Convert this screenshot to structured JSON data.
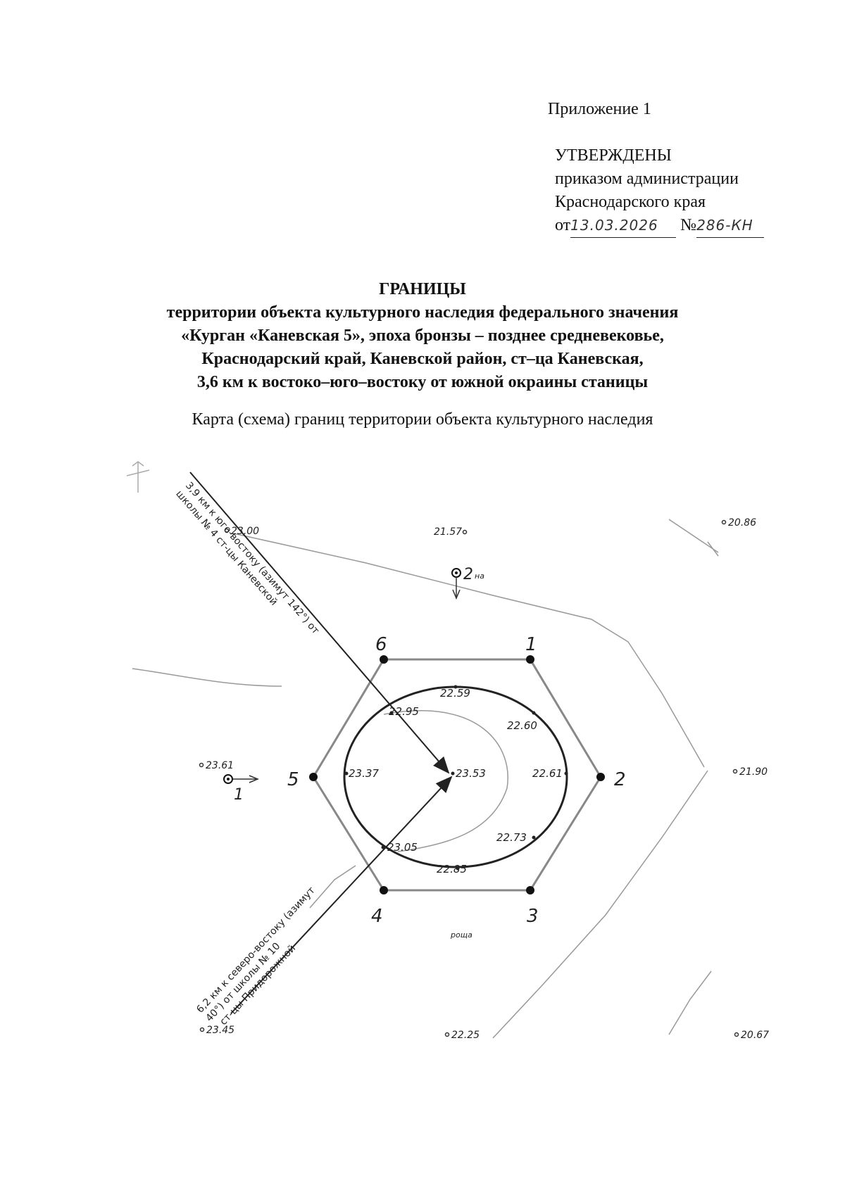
{
  "header": {
    "appendix": "Приложение 1",
    "approved": "УТВЕРЖДЕНЫ",
    "by_order": "приказом администрации",
    "region": "Краснодарского края",
    "from_prefix": "от",
    "date_handwritten": "13.03.2026",
    "number_prefix": "№",
    "number_handwritten": "286-КН"
  },
  "title": {
    "main": "ГРАНИЦЫ",
    "line1": "территории объекта культурного наследия федерального значения",
    "line2": "«Курган «Каневская 5», эпоха бронзы – позднее средневековье,",
    "line3": "Краснодарский край, Каневской район, ст–ца Каневская,",
    "line4": "3,6 км к востоко–юго–востоку от южной окраины станицы"
  },
  "subtitle": "Карта (схема) границ территории объекта культурного наследия",
  "map": {
    "boundary_points": [
      "1",
      "2",
      "3",
      "4",
      "5",
      "6"
    ],
    "elevations": [
      "22.59",
      "22.95",
      "22.60",
      "23.37",
      "23.53",
      "22.61",
      "23.05",
      "22.73",
      "22.85"
    ],
    "spot_heights": {
      "nw": "23.00",
      "top": "21.57",
      "ne": "20.86",
      "west": "23.61",
      "east": "21.90",
      "sw": "23.45",
      "south": "22.25",
      "se": "20.67"
    },
    "marker_2": "2",
    "marker_2_suffix": "на",
    "marker_1": "1",
    "grove_label": "роща",
    "ref_nw": {
      "line1": "3,9 км к юго-востоку (азимут 142°) от",
      "line2": "школы № 4 ст-цы Каневской"
    },
    "ref_sw": {
      "line1": "6,2 км к северо-востоку (азимут",
      "line2": "40°) от школы № 10",
      "line3": "ст-цы Придорожной"
    }
  }
}
